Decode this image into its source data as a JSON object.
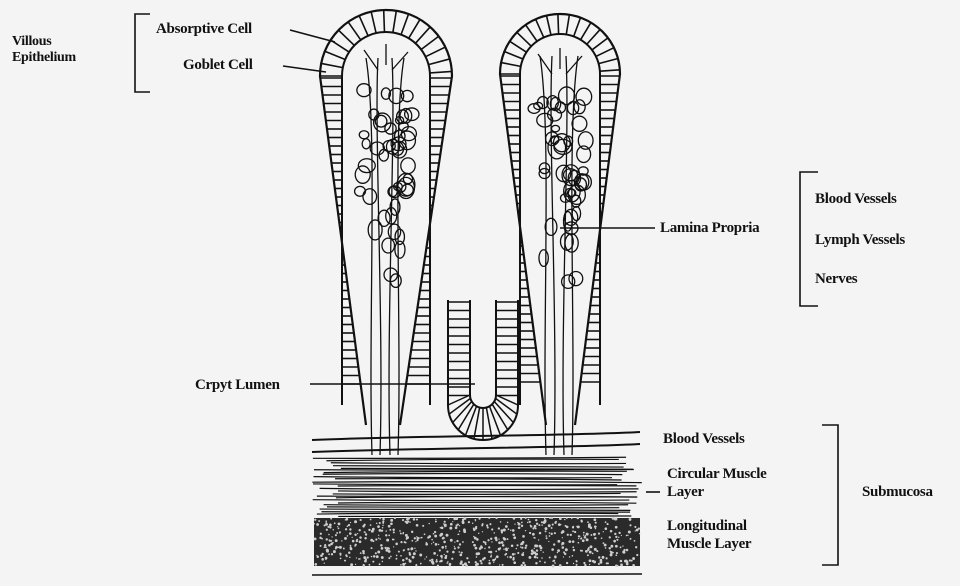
{
  "labels": {
    "villous_epithelium": "Villous\nEpithelium",
    "absorptive_cell": "Absorptive Cell",
    "goblet_cell": "Goblet Cell",
    "lamina_propria": "Lamina Propria",
    "blood_vessels_top": "Blood Vessels",
    "lymph_vessels": "Lymph Vessels",
    "nerves": "Nerves",
    "crypt_lumen": "Crpyt Lumen",
    "blood_vessels_bottom": "Blood Vessels",
    "circular_muscle": "Circular Muscle\nLayer",
    "longitudinal_muscle": "Longitudinal\nMuscle Layer",
    "submucosa": "Submucosa"
  },
  "colors": {
    "ink": "#111111",
    "background": "#f4f4f4"
  }
}
